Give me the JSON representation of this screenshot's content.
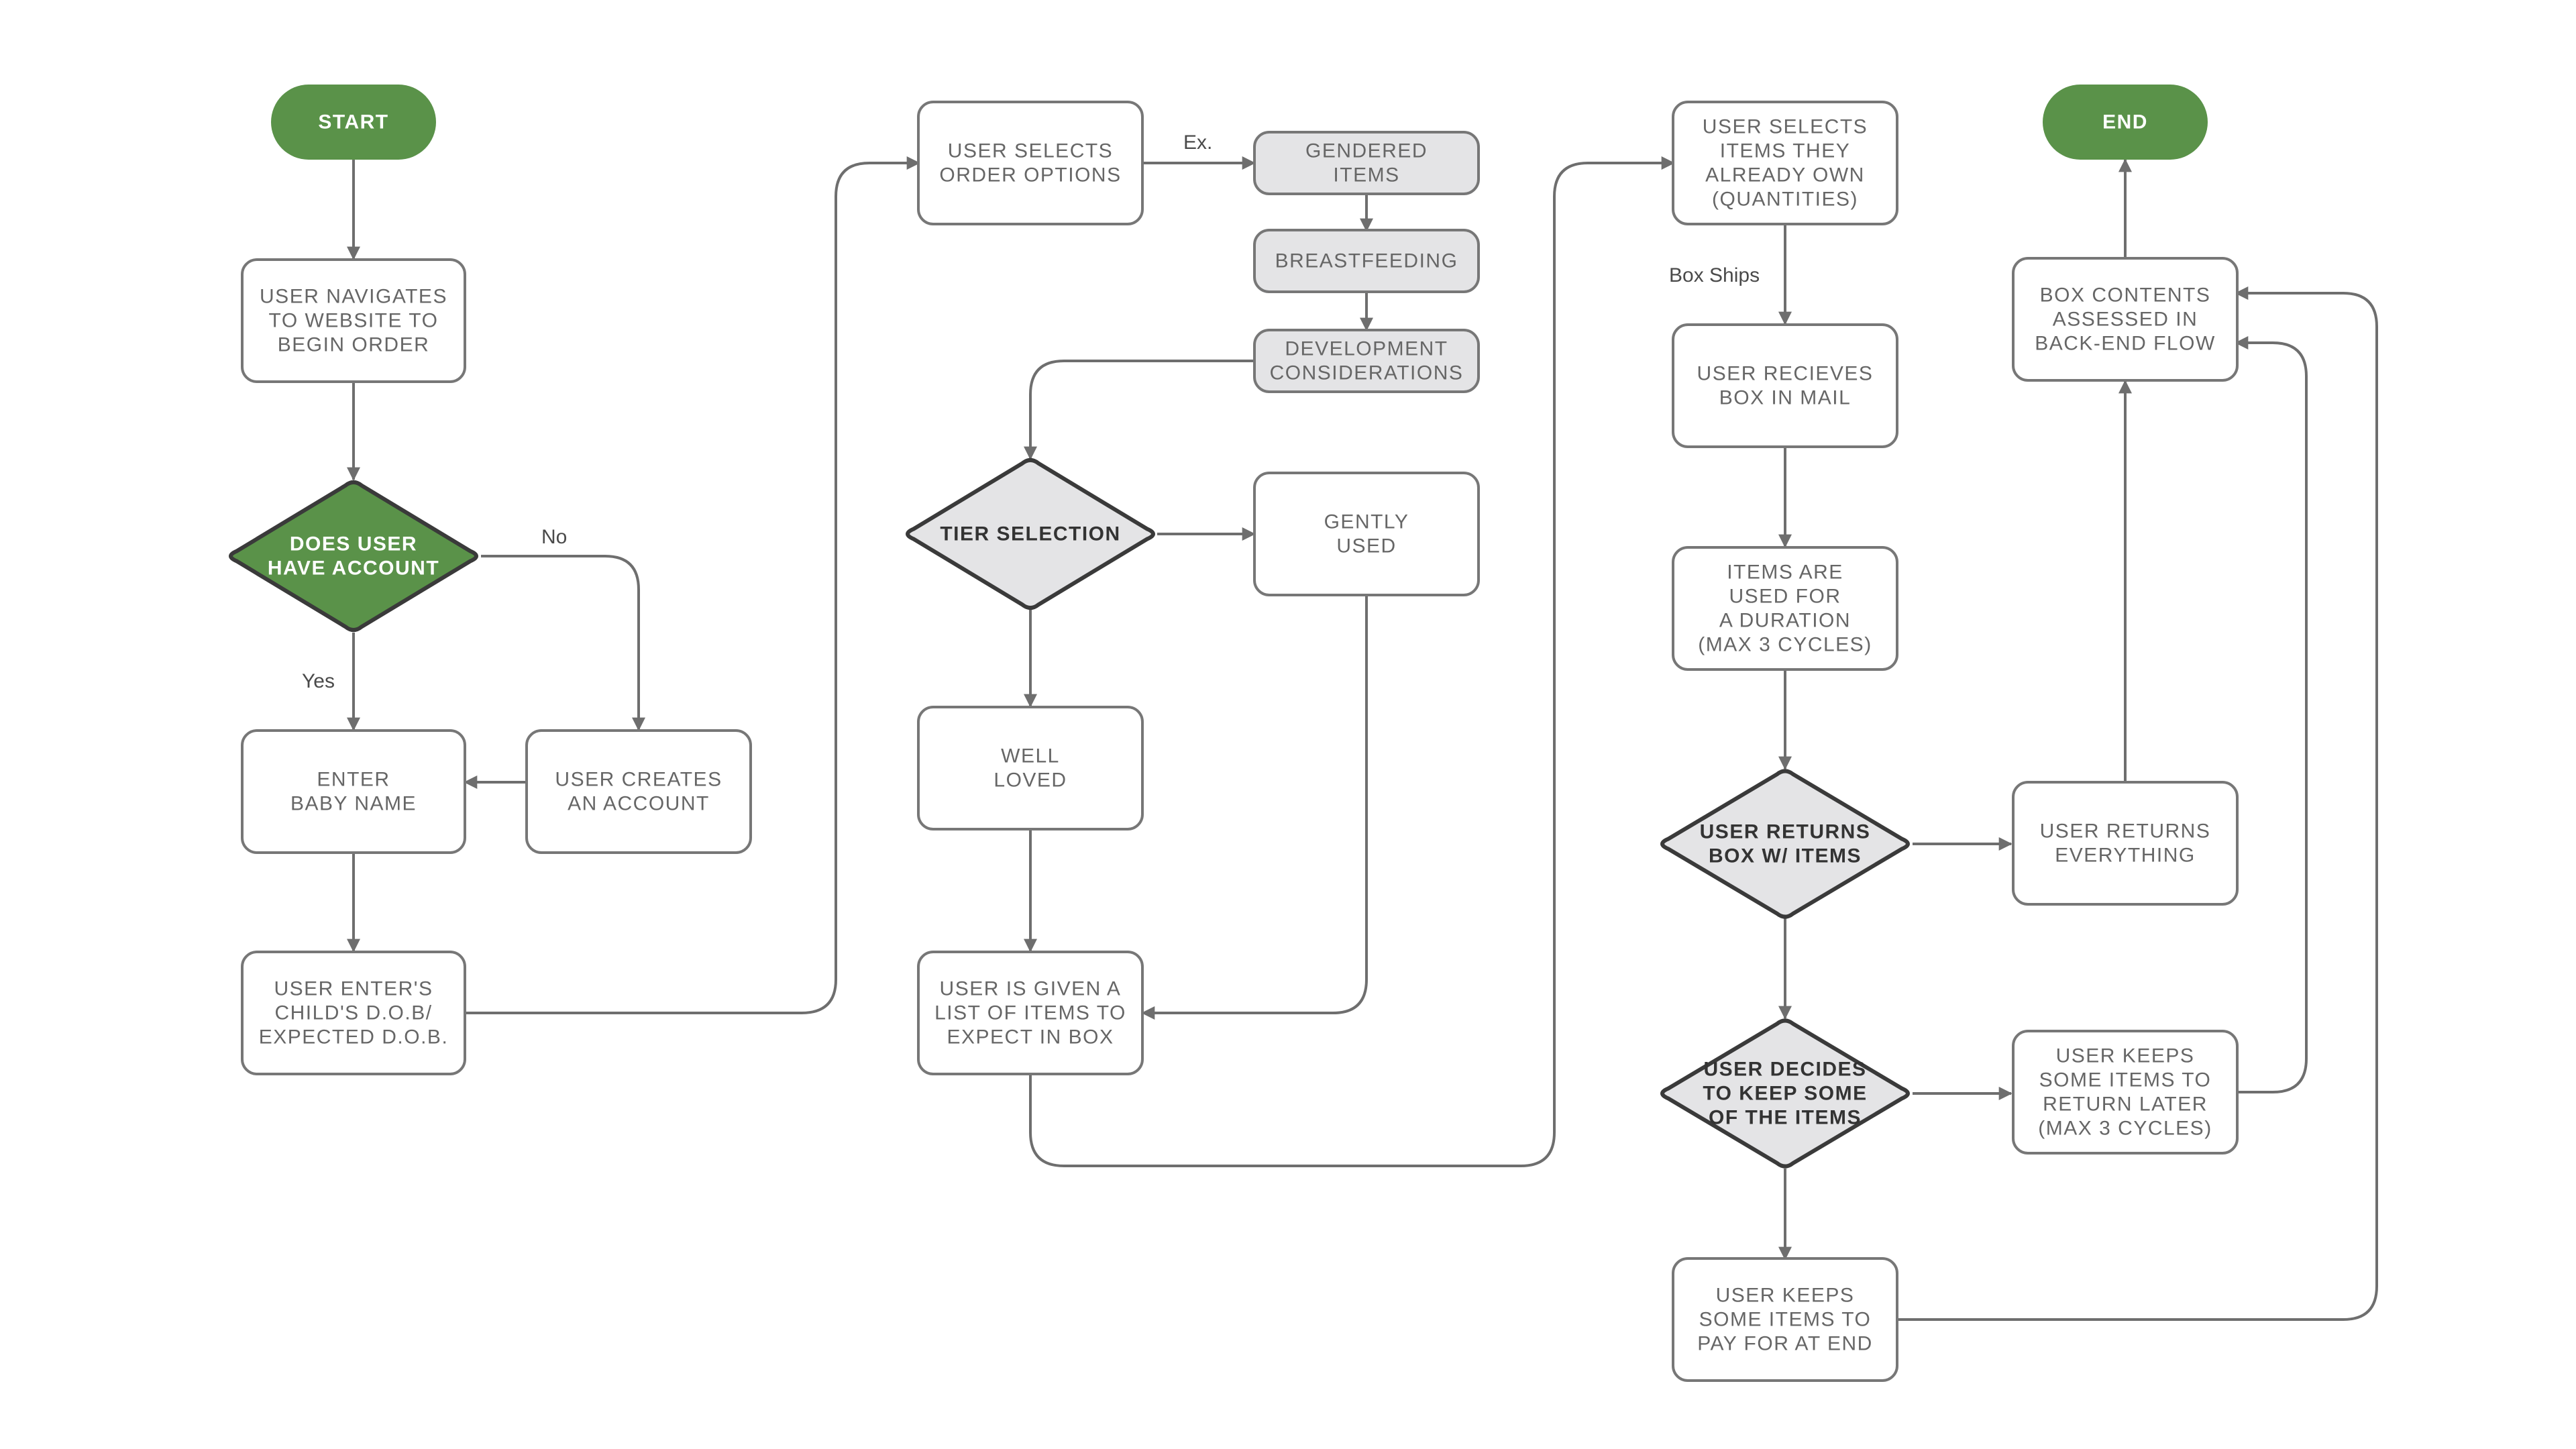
{
  "colors": {
    "green": "#5a9249",
    "green_border": "#5a9249",
    "box_border": "#777777",
    "box_fill": "#ffffff",
    "gray_fill": "#e4e4e6",
    "decision_border": "#3a3a3a",
    "line": "#6e6e6e"
  },
  "nodes": {
    "start": "START",
    "end": "END",
    "navigate": [
      "USER NAVIGATES",
      "TO WEBSITE TO",
      "BEGIN ORDER"
    ],
    "has_account": [
      "DOES USER",
      "HAVE ACCOUNT"
    ],
    "creates_account": [
      "USER CREATES",
      "AN ACCOUNT"
    ],
    "baby_name": [
      "ENTER",
      "BABY NAME"
    ],
    "dob": [
      "USER ENTER'S",
      "CHILD'S D.O.B/",
      "EXPECTED D.O.B."
    ],
    "order_options": [
      "USER SELECTS",
      "ORDER OPTIONS"
    ],
    "gendered": [
      "GENDERED",
      "ITEMS"
    ],
    "breastfeeding": [
      "BREASTFEEDING"
    ],
    "development": [
      "DEVELOPMENT",
      "CONSIDERATIONS"
    ],
    "tier": [
      "TIER SELECTION"
    ],
    "gently_used": [
      "GENTLY",
      "USED"
    ],
    "well_loved": [
      "WELL",
      "LOVED"
    ],
    "given_list": [
      "USER IS GIVEN A",
      "LIST OF ITEMS TO",
      "EXPECT IN BOX"
    ],
    "already_own": [
      "USER SELECTS",
      "ITEMS THEY",
      "ALREADY OWN",
      "(QUANTITIES)"
    ],
    "receives_box": [
      "USER RECIEVES",
      "BOX IN MAIL"
    ],
    "used_duration": [
      "ITEMS ARE",
      "USED FOR",
      "A DURATION",
      "(MAX 3 CYCLES)"
    ],
    "returns_box": [
      "USER RETURNS",
      "BOX W/ ITEMS"
    ],
    "returns_everything": [
      "USER RETURNS",
      "EVERYTHING"
    ],
    "decides_keep": [
      "USER DECIDES",
      "TO KEEP SOME",
      "OF THE ITEMS"
    ],
    "keeps_return_later": [
      "USER KEEPS",
      "SOME ITEMS TO",
      "RETURN LATER",
      "(MAX 3 CYCLES)"
    ],
    "keeps_pay_end": [
      "USER KEEPS",
      "SOME ITEMS TO",
      "PAY FOR AT END"
    ],
    "contents_assessed": [
      "BOX CONTENTS",
      "ASSESSED IN",
      "BACK-END FLOW"
    ]
  },
  "edge_labels": {
    "no": "No",
    "yes": "Yes",
    "example": "Ex.",
    "box_ships": "Box Ships"
  }
}
